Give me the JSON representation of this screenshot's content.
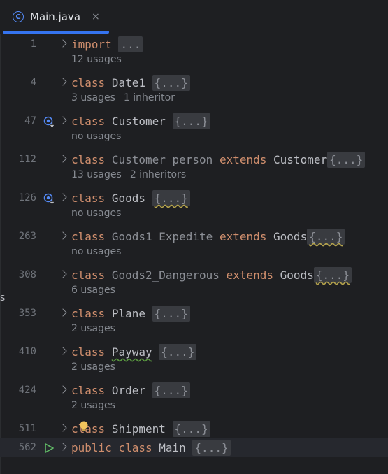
{
  "tab": {
    "icon_letter": "C",
    "label": "Main.java",
    "close": "×"
  },
  "edge_text": "s",
  "colors": {
    "keyword": "#cf8e6d",
    "identifier": "#bcbec4",
    "background": "#1e1f22",
    "accent": "#3574f0"
  },
  "lines": [
    {
      "num": "1",
      "parts": [
        [
          "kw",
          "import"
        ],
        [
          "t",
          " "
        ],
        [
          "fold",
          "..."
        ]
      ],
      "hints": [
        "12 usages"
      ]
    },
    {
      "num": "4",
      "parts": [
        [
          "kw",
          "class"
        ],
        [
          "t",
          " "
        ],
        [
          "id",
          "Date1"
        ],
        [
          "t",
          " "
        ],
        [
          "fold",
          "{...}"
        ]
      ],
      "hints": [
        "3 usages",
        "1 inheritor"
      ]
    },
    {
      "num": "47",
      "icon": "override-method-icon",
      "parts": [
        [
          "kw",
          "class"
        ],
        [
          "t",
          " "
        ],
        [
          "id",
          "Customer"
        ],
        [
          "t",
          " "
        ],
        [
          "fold",
          "{...}"
        ]
      ],
      "hints": [
        "no usages"
      ]
    },
    {
      "num": "112",
      "parts": [
        [
          "kw",
          "class"
        ],
        [
          "t",
          " "
        ],
        [
          "dim",
          "Customer_person"
        ],
        [
          "t",
          " "
        ],
        [
          "kw",
          "extends"
        ],
        [
          "t",
          " "
        ],
        [
          "id",
          "Customer"
        ],
        [
          "fold",
          "{...}"
        ]
      ],
      "hints": [
        "13 usages",
        "2 inheritors"
      ]
    },
    {
      "num": "126",
      "icon": "override-method-icon",
      "parts": [
        [
          "kw",
          "class"
        ],
        [
          "t",
          " "
        ],
        [
          "id",
          "Goods"
        ],
        [
          "t",
          " "
        ],
        [
          "foldwarn",
          "{...}"
        ]
      ],
      "hints": [
        "no usages"
      ]
    },
    {
      "num": "263",
      "parts": [
        [
          "kw",
          "class"
        ],
        [
          "t",
          " "
        ],
        [
          "dim",
          "Goods1_Expedite"
        ],
        [
          "t",
          " "
        ],
        [
          "kw",
          "extends"
        ],
        [
          "t",
          " "
        ],
        [
          "id",
          "Goods"
        ],
        [
          "foldwarn",
          "{...}"
        ]
      ],
      "hints": [
        "no usages"
      ]
    },
    {
      "num": "308",
      "parts": [
        [
          "kw",
          "class"
        ],
        [
          "t",
          " "
        ],
        [
          "dim",
          "Goods2_Dangerous"
        ],
        [
          "t",
          " "
        ],
        [
          "kw",
          "extends"
        ],
        [
          "t",
          " "
        ],
        [
          "id",
          "Goods"
        ],
        [
          "foldwarn",
          "{...}"
        ]
      ],
      "hints": [
        "6 usages"
      ]
    },
    {
      "num": "353",
      "parts": [
        [
          "kw",
          "class"
        ],
        [
          "t",
          " "
        ],
        [
          "id",
          "Plane"
        ],
        [
          "t",
          " "
        ],
        [
          "fold",
          "{...}"
        ]
      ],
      "hints": [
        "2 usages"
      ]
    },
    {
      "num": "410",
      "parts": [
        [
          "kw",
          "class"
        ],
        [
          "t",
          " "
        ],
        [
          "typo",
          "Payway"
        ],
        [
          "t",
          " "
        ],
        [
          "fold",
          "{...}"
        ]
      ],
      "hints": [
        "2 usages"
      ]
    },
    {
      "num": "424",
      "parts": [
        [
          "kw",
          "class"
        ],
        [
          "t",
          " "
        ],
        [
          "id",
          "Order"
        ],
        [
          "t",
          " "
        ],
        [
          "fold",
          "{...}"
        ]
      ],
      "hints": [
        "2 usages"
      ]
    },
    {
      "num": "511",
      "bulb": true,
      "parts": [
        [
          "kw",
          "class"
        ],
        [
          "t",
          " "
        ],
        [
          "id",
          "Shipment"
        ],
        [
          "t",
          " "
        ],
        [
          "fold",
          "{...}"
        ]
      ],
      "hints": []
    },
    {
      "num": "562",
      "icon": "run-icon",
      "current": true,
      "parts": [
        [
          "kw",
          "public"
        ],
        [
          "t",
          " "
        ],
        [
          "kw",
          "class"
        ],
        [
          "t",
          " "
        ],
        [
          "id",
          "Main"
        ],
        [
          "t",
          " "
        ],
        [
          "fold",
          "{...}"
        ]
      ],
      "hints": []
    }
  ]
}
